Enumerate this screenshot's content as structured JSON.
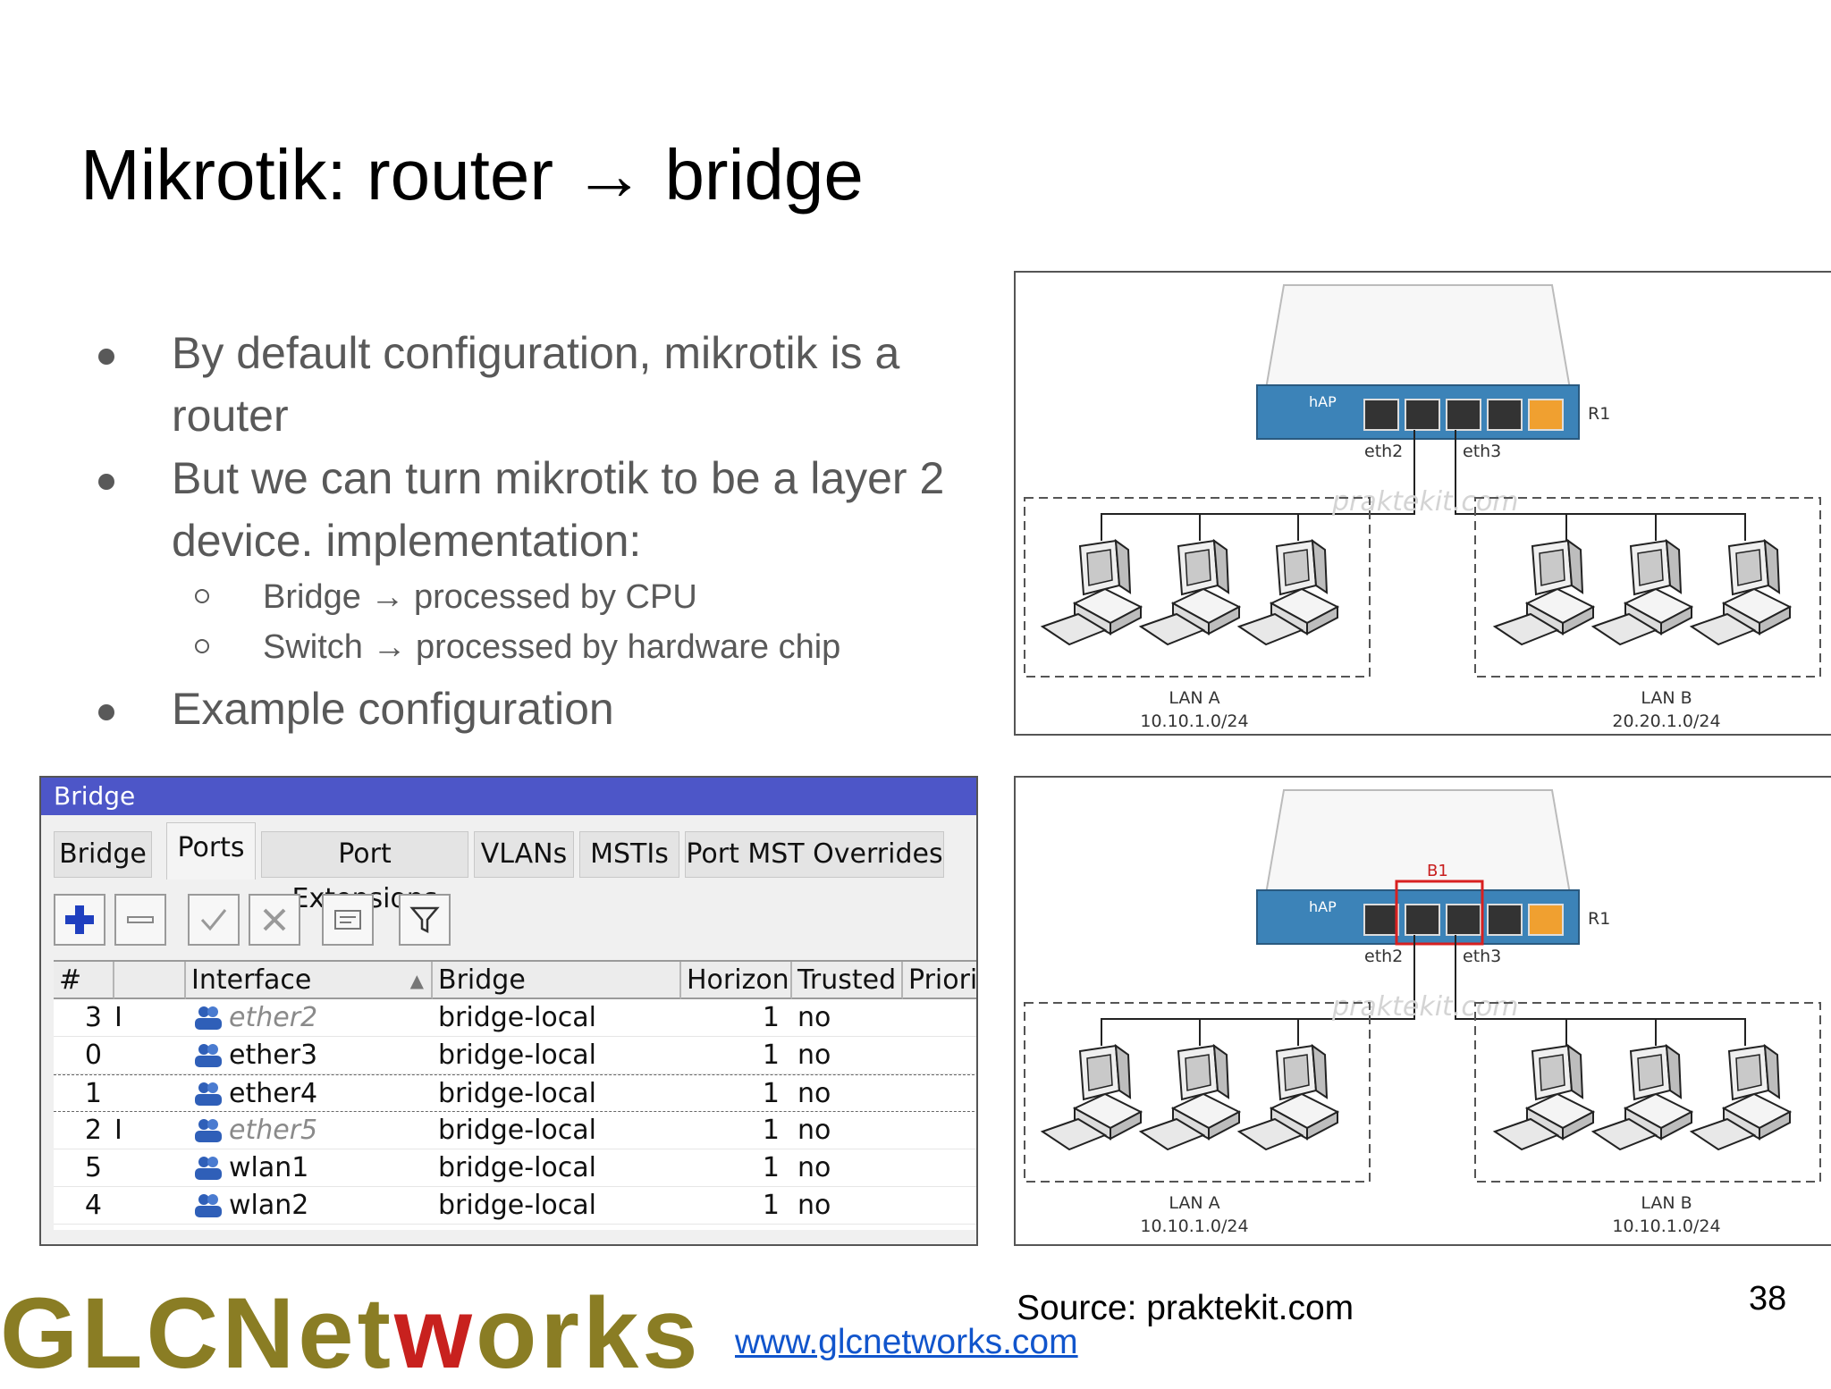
{
  "slide": {
    "title": "Mikrotik: router → bridge",
    "bullets": [
      {
        "level": 1,
        "text": "By default configuration, mikrotik is a"
      },
      {
        "level": 1,
        "text": "router",
        "continuation": true
      },
      {
        "level": 1,
        "text": "But we can turn mikrotik to be a layer 2"
      },
      {
        "level": 1,
        "text": "device. implementation:",
        "continuation": true
      },
      {
        "level": 2,
        "text": "Bridge → processed by CPU"
      },
      {
        "level": 2,
        "text": "Switch → processed by hardware chip"
      },
      {
        "level": 1,
        "text": "Example configuration"
      }
    ],
    "source": "Source: praktekit.com",
    "page_number": "38",
    "url": "www.glcnetworks.com",
    "logo": {
      "text_before": "GLCNet",
      "text_mark": "w",
      "text_after": "orks"
    }
  },
  "winbox": {
    "title": "Bridge",
    "tabs": [
      "Bridge",
      "Ports",
      "Port Extensions",
      "VLANs",
      "MSTIs",
      "Port MST Overrides"
    ],
    "active_tab": "Ports",
    "toolbar": [
      "add-icon",
      "remove-icon",
      "enable-icon",
      "disable-icon",
      "comment-icon",
      "filter-icon"
    ],
    "columns": [
      "#",
      "",
      "Interface",
      "Bridge",
      "Horizon",
      "Trusted",
      "Priorit"
    ],
    "rows": [
      {
        "num": "3",
        "flag": "I",
        "interface": "ether2",
        "bridge": "bridge-local",
        "horizon": "1",
        "trusted": "no",
        "disabled": true
      },
      {
        "num": "0",
        "flag": "",
        "interface": "ether3",
        "bridge": "bridge-local",
        "horizon": "1",
        "trusted": "no",
        "disabled": false
      },
      {
        "num": "1",
        "flag": "",
        "interface": "ether4",
        "bridge": "bridge-local",
        "horizon": "1",
        "trusted": "no",
        "disabled": false
      },
      {
        "num": "2",
        "flag": "I",
        "interface": "ether5",
        "bridge": "bridge-local",
        "horizon": "1",
        "trusted": "no",
        "disabled": true
      },
      {
        "num": "5",
        "flag": "",
        "interface": "wlan1",
        "bridge": "bridge-local",
        "horizon": "1",
        "trusted": "no",
        "disabled": false
      },
      {
        "num": "4",
        "flag": "",
        "interface": "wlan2",
        "bridge": "bridge-local",
        "horizon": "1",
        "trusted": "no",
        "disabled": false
      }
    ]
  },
  "diagrams": [
    {
      "router_label": "R1",
      "device_model": "hAP",
      "port_labels": [
        "eth2",
        "eth3"
      ],
      "watermark": "praktekit.com",
      "lan_a": {
        "name": "LAN A",
        "subnet": "10.10.1.0/24"
      },
      "lan_b": {
        "name": "LAN B",
        "subnet": "20.20.1.0/24"
      }
    },
    {
      "router_label": "R1",
      "device_model": "hAP",
      "bridge_label": "B1",
      "port_labels": [
        "eth2",
        "eth3"
      ],
      "watermark": "praktekit.com",
      "lan_a": {
        "name": "LAN A",
        "subnet": "10.10.1.0/24"
      },
      "lan_b": {
        "name": "LAN B",
        "subnet": "10.10.1.0/24"
      }
    }
  ]
}
